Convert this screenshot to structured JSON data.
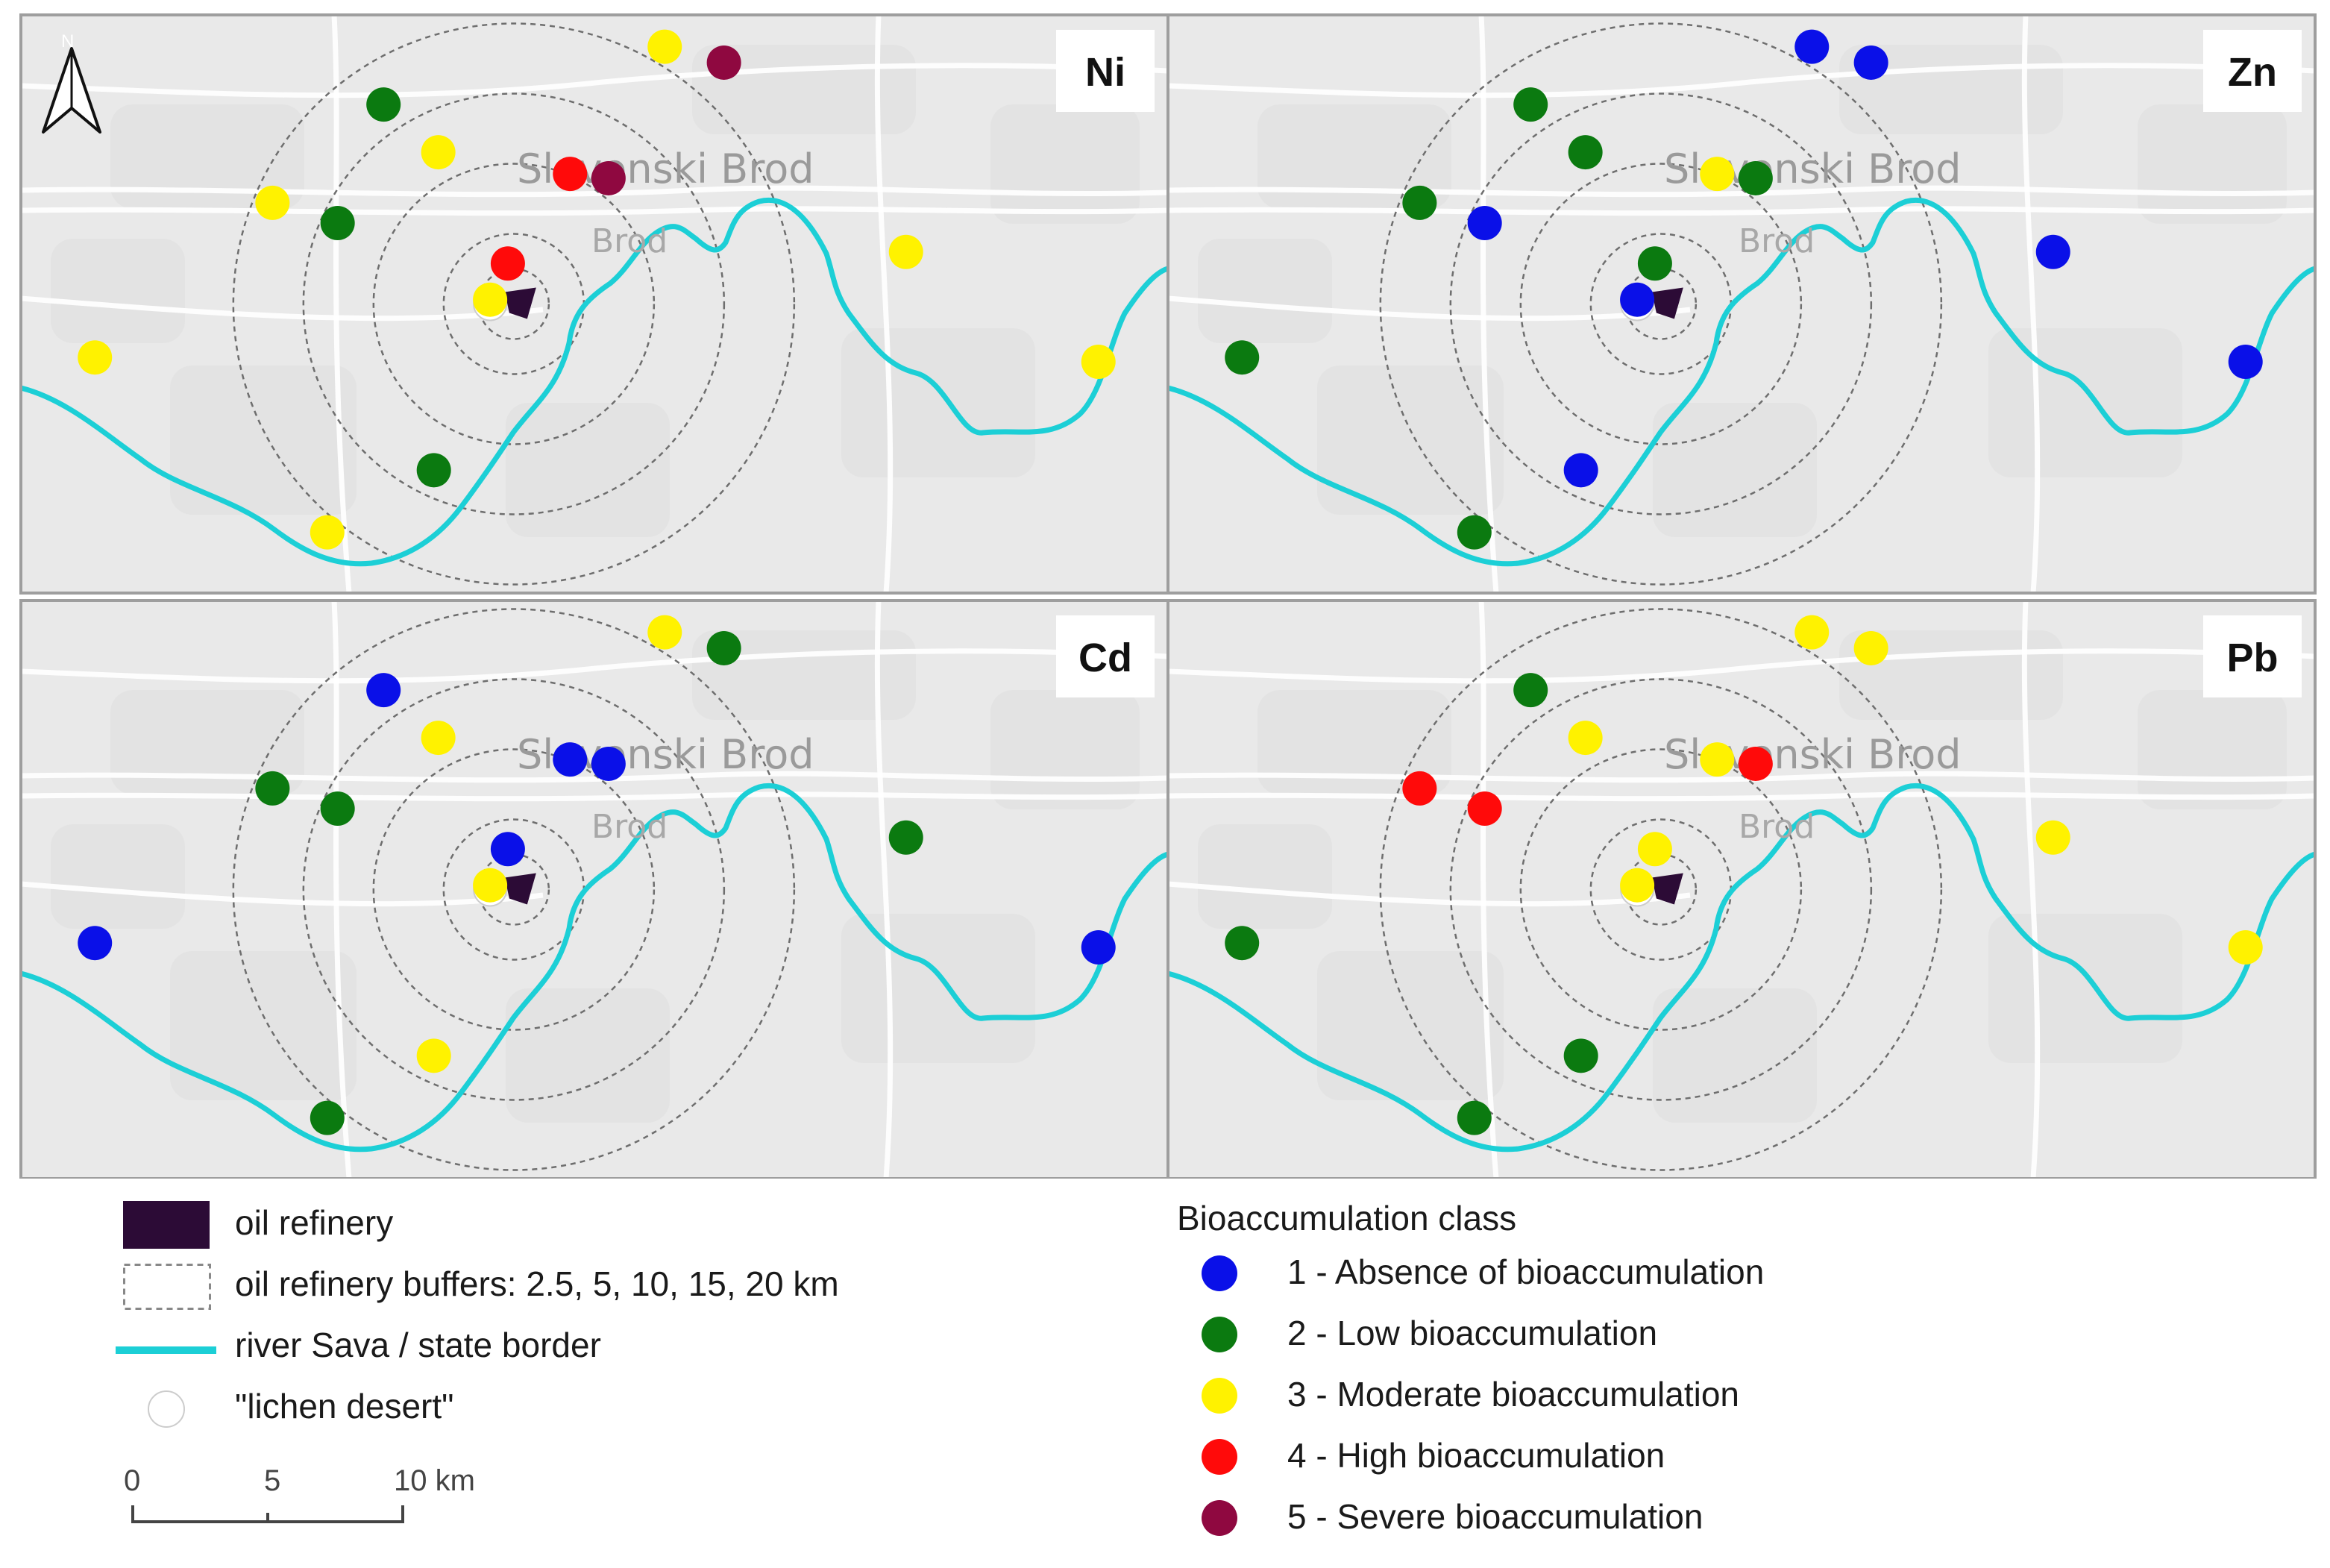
{
  "city": {
    "name": "Slavonski Brod",
    "sub": "Brod"
  },
  "north_arrow": {
    "label": "N"
  },
  "panels": [
    {
      "label": "Ni",
      "sites": [
        {
          "class": 3,
          "lon": 17.905,
          "lat": 45.278
        },
        {
          "class": 5,
          "lon": 17.945,
          "lat": 45.267
        },
        {
          "class": 2,
          "lon": 17.715,
          "lat": 45.238
        },
        {
          "class": 3,
          "lon": 17.752,
          "lat": 45.205
        },
        {
          "class": 4,
          "lon": 17.841,
          "lat": 45.19
        },
        {
          "class": 5,
          "lon": 17.867,
          "lat": 45.187
        },
        {
          "class": 3,
          "lon": 17.64,
          "lat": 45.17
        },
        {
          "class": 2,
          "lon": 17.684,
          "lat": 45.156
        },
        {
          "class": 3,
          "lon": 18.068,
          "lat": 45.136
        },
        {
          "class": 4,
          "lon": 17.799,
          "lat": 45.128
        },
        {
          "class": 3,
          "lon": 17.787,
          "lat": 45.103
        },
        {
          "class": 3,
          "lon": 17.52,
          "lat": 45.063
        },
        {
          "class": 3,
          "lon": 18.198,
          "lat": 45.06
        },
        {
          "class": 2,
          "lon": 17.749,
          "lat": 44.985
        },
        {
          "class": 3,
          "lon": 17.677,
          "lat": 44.942
        }
      ]
    },
    {
      "label": "Zn",
      "sites": [
        {
          "class": 1,
          "lon": 17.905,
          "lat": 45.278
        },
        {
          "class": 1,
          "lon": 17.945,
          "lat": 45.267
        },
        {
          "class": 2,
          "lon": 17.715,
          "lat": 45.238
        },
        {
          "class": 2,
          "lon": 17.752,
          "lat": 45.205
        },
        {
          "class": 3,
          "lon": 17.841,
          "lat": 45.19
        },
        {
          "class": 2,
          "lon": 17.867,
          "lat": 45.187
        },
        {
          "class": 2,
          "lon": 17.64,
          "lat": 45.17
        },
        {
          "class": 1,
          "lon": 17.684,
          "lat": 45.156
        },
        {
          "class": 1,
          "lon": 18.068,
          "lat": 45.136
        },
        {
          "class": 2,
          "lon": 17.799,
          "lat": 45.128
        },
        {
          "class": 1,
          "lon": 17.787,
          "lat": 45.103
        },
        {
          "class": 2,
          "lon": 17.52,
          "lat": 45.063
        },
        {
          "class": 1,
          "lon": 18.198,
          "lat": 45.06
        },
        {
          "class": 1,
          "lon": 17.749,
          "lat": 44.985
        },
        {
          "class": 2,
          "lon": 17.677,
          "lat": 44.942
        }
      ]
    },
    {
      "label": "Cd",
      "sites": [
        {
          "class": 3,
          "lon": 17.905,
          "lat": 45.278
        },
        {
          "class": 2,
          "lon": 17.945,
          "lat": 45.267
        },
        {
          "class": 1,
          "lon": 17.715,
          "lat": 45.238
        },
        {
          "class": 3,
          "lon": 17.752,
          "lat": 45.205
        },
        {
          "class": 1,
          "lon": 17.841,
          "lat": 45.19
        },
        {
          "class": 1,
          "lon": 17.867,
          "lat": 45.187
        },
        {
          "class": 2,
          "lon": 17.64,
          "lat": 45.17
        },
        {
          "class": 2,
          "lon": 17.684,
          "lat": 45.156
        },
        {
          "class": 2,
          "lon": 18.068,
          "lat": 45.136
        },
        {
          "class": 1,
          "lon": 17.799,
          "lat": 45.128
        },
        {
          "class": 3,
          "lon": 17.787,
          "lat": 45.103
        },
        {
          "class": 1,
          "lon": 17.52,
          "lat": 45.063
        },
        {
          "class": 1,
          "lon": 18.198,
          "lat": 45.06
        },
        {
          "class": 3,
          "lon": 17.749,
          "lat": 44.985
        },
        {
          "class": 2,
          "lon": 17.677,
          "lat": 44.942
        }
      ]
    },
    {
      "label": "Pb",
      "sites": [
        {
          "class": 3,
          "lon": 17.905,
          "lat": 45.278
        },
        {
          "class": 3,
          "lon": 17.945,
          "lat": 45.267
        },
        {
          "class": 2,
          "lon": 17.715,
          "lat": 45.238
        },
        {
          "class": 3,
          "lon": 17.752,
          "lat": 45.205
        },
        {
          "class": 3,
          "lon": 17.841,
          "lat": 45.19
        },
        {
          "class": 4,
          "lon": 17.867,
          "lat": 45.187
        },
        {
          "class": 4,
          "lon": 17.64,
          "lat": 45.17
        },
        {
          "class": 4,
          "lon": 17.684,
          "lat": 45.156
        },
        {
          "class": 3,
          "lon": 18.068,
          "lat": 45.136
        },
        {
          "class": 3,
          "lon": 17.799,
          "lat": 45.128
        },
        {
          "class": 3,
          "lon": 17.787,
          "lat": 45.103
        },
        {
          "class": 2,
          "lon": 17.52,
          "lat": 45.063
        },
        {
          "class": 3,
          "lon": 18.198,
          "lat": 45.06
        },
        {
          "class": 2,
          "lon": 17.749,
          "lat": 44.985
        },
        {
          "class": 2,
          "lon": 17.677,
          "lat": 44.942
        }
      ]
    }
  ],
  "refinery": {
    "lon": 17.803,
    "lat": 45.1
  },
  "lichen_desert": {
    "lon": 17.787,
    "lat": 45.1
  },
  "buffers_km": [
    2.5,
    5,
    10,
    15,
    20
  ],
  "colors": {
    "1": "#0a10e8",
    "2": "#0b7a10",
    "3": "#fff200",
    "4": "#ff0a0a",
    "5": "#8f0840",
    "river": "#1ccfd6",
    "refinery": "#2c0b36",
    "map_bg": "#e9e9e9",
    "buffer": "#6e6e6e"
  },
  "legend": {
    "items": [
      {
        "key": "refinery",
        "label": "oil refinery"
      },
      {
        "key": "buffers",
        "label": "oil refinery buffers: 2.5, 5, 10, 15, 20 km"
      },
      {
        "key": "river",
        "label": "river Sava / state border"
      },
      {
        "key": "desert",
        "label": "\"lichen desert\""
      }
    ],
    "class_title": "Bioaccumulation class",
    "classes": [
      {
        "id": 1,
        "label": "1 - Absence of bioaccumulation"
      },
      {
        "id": 2,
        "label": "2 - Low bioaccumulation"
      },
      {
        "id": 3,
        "label": "3 - Moderate bioaccumulation"
      },
      {
        "id": 4,
        "label": "4 - High bioaccumulation"
      },
      {
        "id": 5,
        "label": "5 - Severe bioaccumulation"
      }
    ]
  },
  "scale": {
    "ticks": [
      "0",
      "5",
      "10 km"
    ]
  }
}
